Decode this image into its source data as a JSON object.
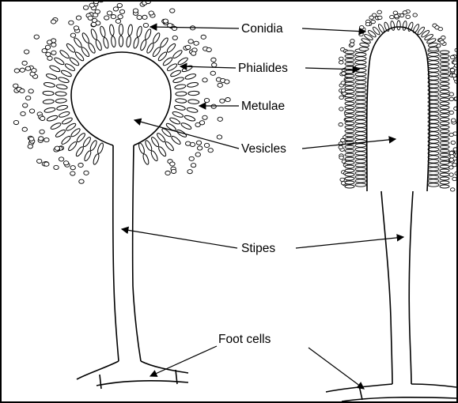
{
  "labels": {
    "conidia": "Conidia",
    "phialides": "Phialides",
    "metulae": "Metulae",
    "vesicles": "Vesicles",
    "stipes": "Stipes",
    "foot_cells": "Foot cells"
  },
  "colors": {
    "ink": "#000000",
    "background": "#ffffff"
  }
}
